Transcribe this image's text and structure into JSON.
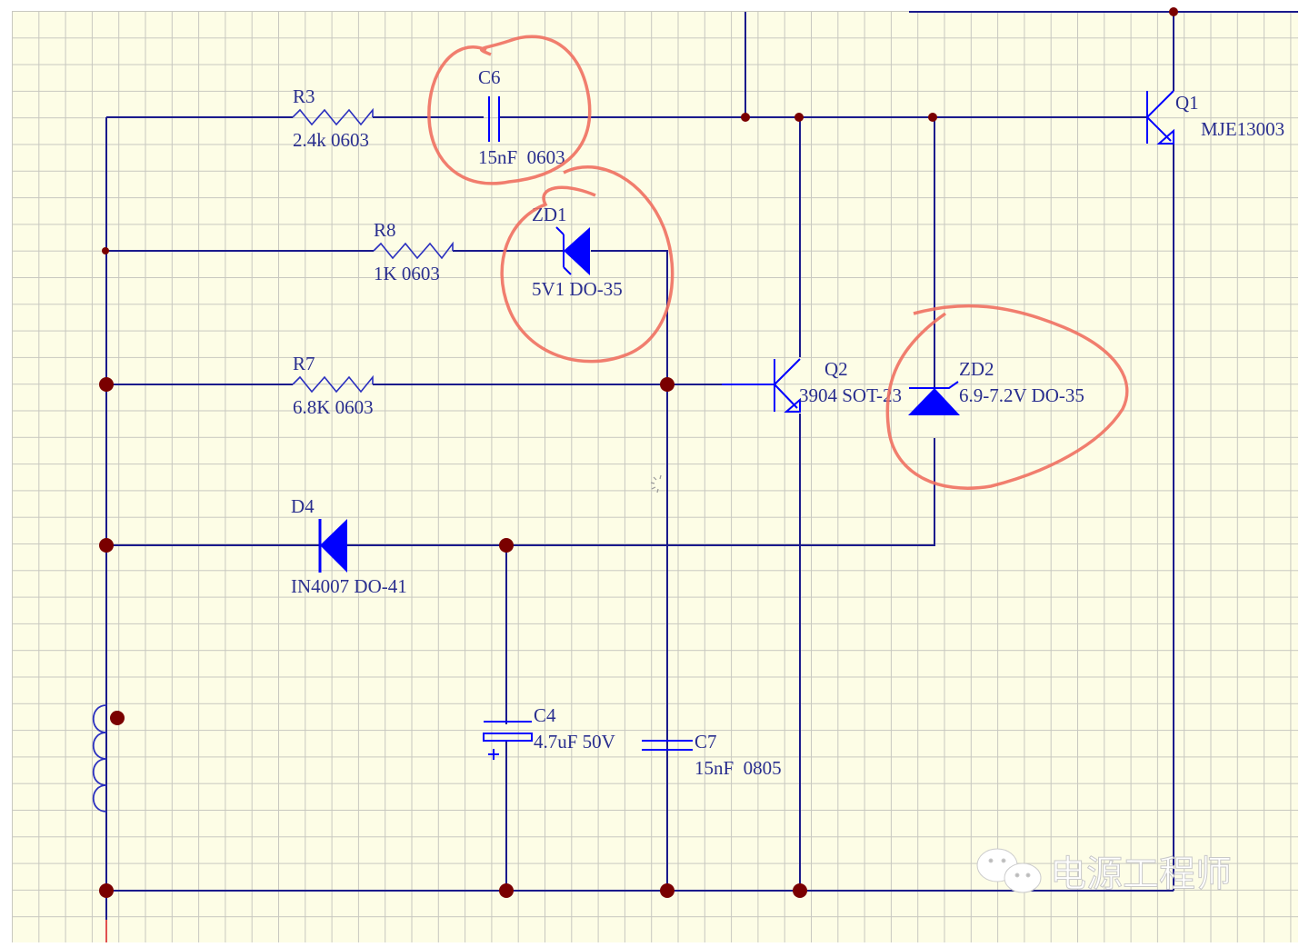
{
  "schematic": {
    "background_color": "#fdfde6",
    "grid_color": "#c8c8c0",
    "wire_color": "#1a1a8c",
    "symbol_color": "#0000ff",
    "junction_color": "#7a0000",
    "annotation_color": "#f07060"
  },
  "components": {
    "R3": {
      "ref": "R3",
      "value": "2.4k 0603"
    },
    "R8": {
      "ref": "R8",
      "value": "1K 0603"
    },
    "R7": {
      "ref": "R7",
      "value": "6.8K 0603"
    },
    "C6": {
      "ref": "C6",
      "value": "15nF  0603"
    },
    "ZD1": {
      "ref": "ZD1",
      "value": "5V1 DO-35"
    },
    "ZD2": {
      "ref": "ZD2",
      "value": "6.9-7.2V DO-35"
    },
    "Q1": {
      "ref": "Q1",
      "value": "MJE13003"
    },
    "Q2": {
      "ref": "Q2",
      "value": "3904 SOT-23"
    },
    "D4": {
      "ref": "D4",
      "value": "IN4007 DO-41"
    },
    "C4": {
      "ref": "C4",
      "value": "4.7uF 50V",
      "polarity": "+"
    },
    "C7": {
      "ref": "C7",
      "value": "15nF  0805"
    }
  },
  "watermark": {
    "text": "电源工程师",
    "icon": "wechat-icon"
  },
  "highlighted_components": [
    "C6",
    "ZD1",
    "ZD2"
  ]
}
